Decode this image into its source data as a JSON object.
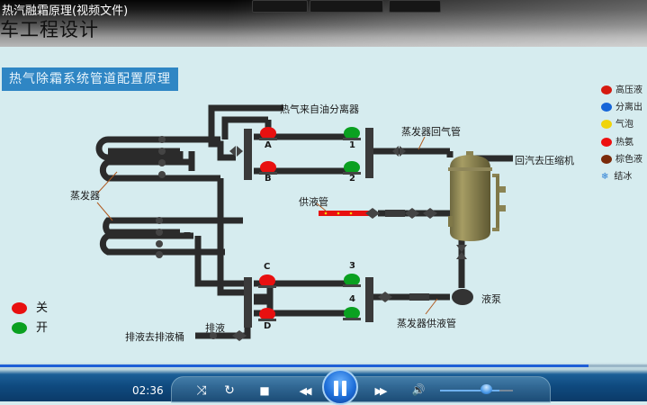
{
  "window": {
    "title": "热汽融霜原理(视频文件)",
    "top_ghost_buttons": [
      "",
      "",
      ""
    ]
  },
  "course_title": "车工程设计",
  "diagram": {
    "banner": "热气除霜系统管道配置原理",
    "labels": {
      "hot_gas_from_oil_separator": "热气来自油分离器",
      "evaporator": "蒸发器",
      "evaporator_return_pipe": "蒸发器回气管",
      "return_to_compressor": "回汽去压缩机",
      "liquid_supply_pipe": "供液管",
      "liquid_pump": "液泵",
      "evaporator_supply_pipe": "蒸发器供液管",
      "drain": "排液",
      "drain_to_tank": "排液去排液桶"
    },
    "valves": [
      {
        "id": "A",
        "state": "关"
      },
      {
        "id": "B",
        "state": "关"
      },
      {
        "id": "C",
        "state": "关"
      },
      {
        "id": "D",
        "state": "关"
      },
      {
        "id": "1",
        "state": "开"
      },
      {
        "id": "2",
        "state": "开"
      },
      {
        "id": "3",
        "state": "开"
      },
      {
        "id": "4",
        "state": "开"
      }
    ],
    "state_legend": [
      {
        "label": "关",
        "color": "#e81010"
      },
      {
        "label": "开",
        "color": "#0aa020"
      }
    ],
    "fluid_legend": [
      {
        "label": "高压液",
        "color": "#d61a10",
        "icon": "dotted-dot-icon"
      },
      {
        "label": "分离出",
        "color": "#1565d8",
        "icon": "dot-icon"
      },
      {
        "label": "气泡",
        "color": "#f0d40a",
        "icon": "dot-icon"
      },
      {
        "label": "热氨",
        "color": "#ee1010",
        "icon": "dot-icon"
      },
      {
        "label": "棕色液",
        "color": "#7a2a0a",
        "icon": "dotted-dot-icon"
      },
      {
        "label": "结冰",
        "color": "#2a7fd6",
        "icon": "snowflake-icon"
      }
    ],
    "colors": {
      "pipe": "#2b2b2b",
      "vessel": "#8b8454",
      "supply_hot": "#e81010"
    }
  },
  "player": {
    "time": "02:36",
    "progress_fraction": 0.91,
    "volume_fraction": 0.7,
    "buttons": {
      "shuffle": "⤨",
      "repeat": "↻",
      "stop": "■",
      "previous": "◀◀",
      "next": "▶▶",
      "volume": "🔊"
    }
  }
}
